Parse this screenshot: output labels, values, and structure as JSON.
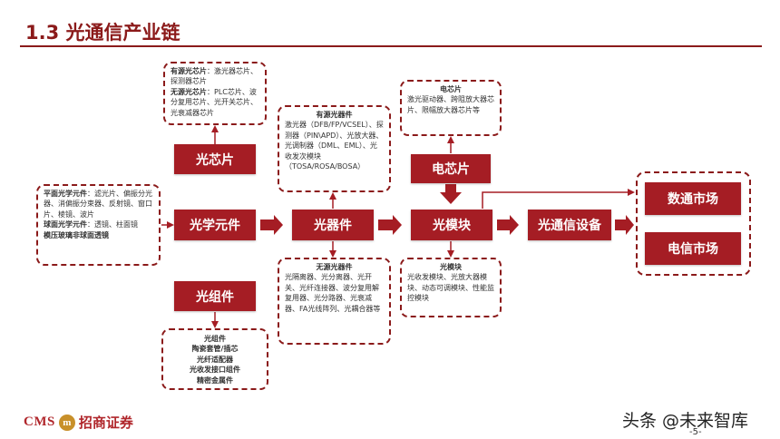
{
  "header": {
    "title": "1.3 光通信产业链"
  },
  "nodes": {
    "optical_chip": "光芯片",
    "optical_element": "光学元件",
    "optical_device": "光器件",
    "optical_module": "光模块",
    "electrical_chip": "电芯片",
    "optical_equipment": "光通信设备",
    "optical_assembly": "光组件",
    "datacom_market": "数通市场",
    "telecom_market": "电信市场"
  },
  "boxes": {
    "chip_detail": {
      "active_head": "有源光芯片",
      "active_text": "：激光器芯片、探测器芯片",
      "passive_head": "无源光芯片",
      "passive_text": "：PLC芯片、波分复用芯片、光开关芯片、光衰减器芯片"
    },
    "active_device": {
      "head": "有源光器件",
      "text": "激光器（DFB/FP/VCSEL）、探测器（PIN\\APD）、光放大器、光调制器（DML、EML）、光收发次模块（TOSA/ROSA/BOSA）"
    },
    "element_detail": {
      "plane_head": "平面光学元件",
      "plane_text": "：滤光片、偏振分光器、消偏振分束器、反射镜、窗口片、棱镜、波片",
      "sphere_head": "球面光学元件",
      "sphere_text": "：透镜、柱面镜",
      "lens": "模压玻璃非球面透镜"
    },
    "passive_device": {
      "head": "无源光器件",
      "text": "光隔离器、光分离器、光开关、光纤连接器、波分复用解复用器、光分路器、光衰减器、FA光线阵列、光耦合器等"
    },
    "electrical_chip_detail": {
      "head": "电芯片",
      "text": "激光驱动器、跨阻放大器芯片、限幅放大器芯片等"
    },
    "module_detail": {
      "head": "光模块",
      "text": "光收发模块、光放大器模块、动态可调模块、性能监控模块"
    },
    "assembly_detail": {
      "lines": [
        "光组件",
        "陶瓷套管/插芯",
        "光纤适配器",
        "光收发接口组件",
        "精密金属件"
      ]
    }
  },
  "footer": {
    "logo_cms": "CMS",
    "logo_seal": "m",
    "logo_name": "招商证券",
    "watermark": "头条 @未来智库",
    "page_number": "-5-"
  },
  "colors": {
    "primary": "#a51d24",
    "title": "#8b1a1a",
    "text": "#333333"
  }
}
